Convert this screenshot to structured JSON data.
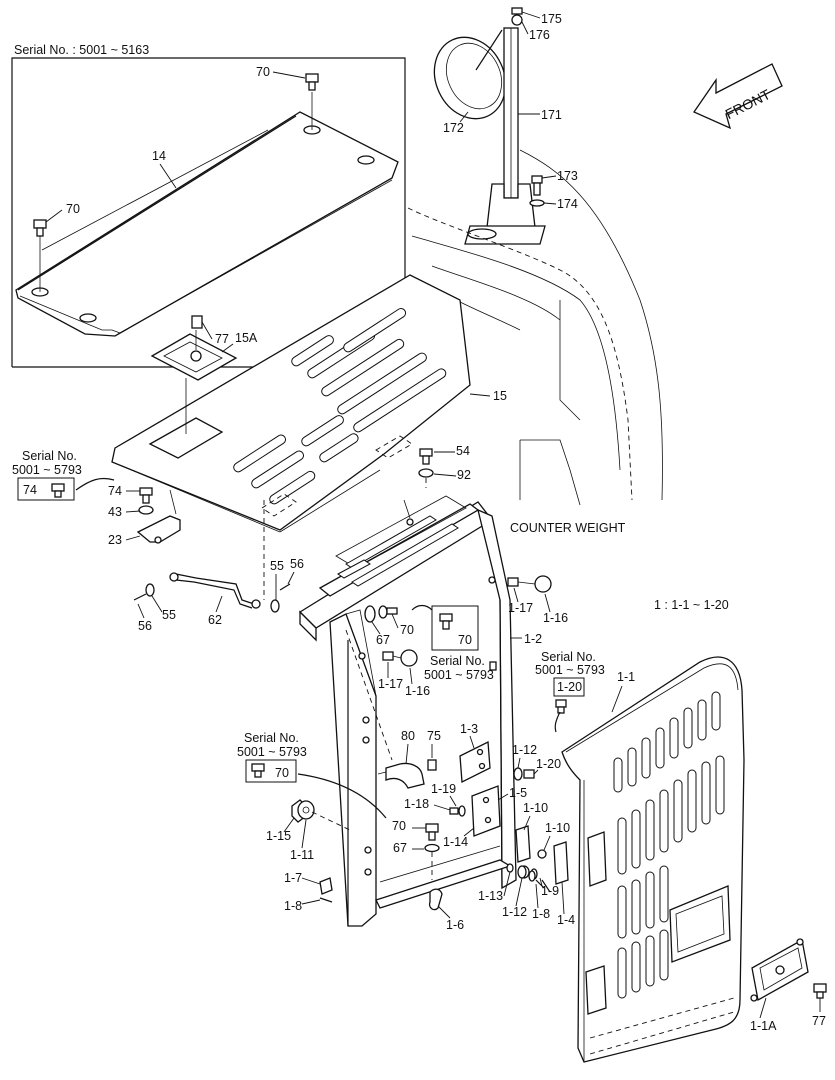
{
  "frame_serial": "Serial No. : 5001 ~ 5163",
  "front_label": "FRONT",
  "counter_weight_label": "COUNTER WEIGHT",
  "assembly_note": "1 : 1-1 ~ 1-20",
  "serial_notes": {
    "a": {
      "line1": "Serial No.",
      "line2": "5001 ~ 5793",
      "part": "74"
    },
    "b": {
      "line1": "Serial No.",
      "line2": "5001 ~ 5793",
      "part": "70"
    },
    "c": {
      "line1": "Serial No.",
      "line2": "5001 ~ 5793",
      "part": "1-20"
    },
    "d": {
      "line1": "Serial No.",
      "line2": "5001 ~ 5793",
      "part": "70"
    }
  },
  "callouts": {
    "c175": "175",
    "c176": "176",
    "c172": "172",
    "c171": "171",
    "c173": "173",
    "c174": "174",
    "c70a": "70",
    "c14": "14",
    "c70b": "70",
    "c77a": "77",
    "c15A": "15A",
    "c15": "15",
    "c54": "54",
    "c92": "92",
    "c74": "74",
    "c43": "43",
    "c23": "23",
    "c55a": "55",
    "c56a": "56",
    "c55b": "55",
    "c56b": "56",
    "c62": "62",
    "c67a": "67",
    "c70c": "70",
    "c1_17a": "1-17",
    "c1_16a": "1-16",
    "c1_2": "1-2",
    "c1_17b": "1-17",
    "c1_16b": "1-16",
    "c1_1": "1-1",
    "c80": "80",
    "c75": "75",
    "c1_3": "1-3",
    "c1_12a": "1-12",
    "c1_20": "1-20",
    "c1_19": "1-19",
    "c1_18": "1-18",
    "c1_5": "1-5",
    "c1_10a": "1-10",
    "c1_10b": "1-10",
    "c1_15": "1-15",
    "c1_11": "1-11",
    "c70d": "70",
    "c67b": "67",
    "c1_14": "1-14",
    "c1_9": "1-9",
    "c1_13": "1-13",
    "c1_12b": "1-12",
    "c1_8a": "1-8",
    "c1_4": "1-4",
    "c1_7": "1-7",
    "c1_8b": "1-8",
    "c1_6": "1-6",
    "c1_1A": "1-1A",
    "c77b": "77"
  }
}
